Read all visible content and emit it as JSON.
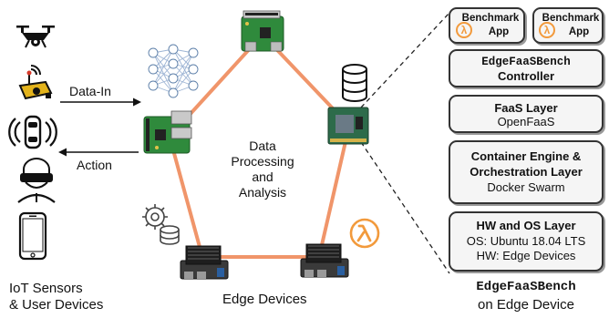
{
  "left_column": {
    "caption_line1": "IoT Sensors",
    "caption_line2": "& User Devices",
    "icons": [
      "drone-icon",
      "gps-tracker-icon",
      "connected-car-icon",
      "vr-headset-user-icon",
      "smartphone-icon"
    ]
  },
  "arrows": {
    "data_in": "Data-In",
    "action": "Action"
  },
  "center": {
    "pentagon_line1": "Data",
    "pentagon_line2": "Processing",
    "pentagon_line3": "and",
    "pentagon_line4": "Analysis",
    "caption": "Edge Devices",
    "icons": [
      "neural-network-icon",
      "database-icon",
      "gear-database-icon",
      "lambda-icon"
    ],
    "nodes": [
      "raspberry-pi-top",
      "raspberry-pi-left",
      "jetson-module-right",
      "jetson-board-bottom-left",
      "jetson-board-bottom-right"
    ],
    "edge_color": "#f0956a",
    "lambda_color": "#f29a3c"
  },
  "stack": {
    "apps": [
      {
        "line1": "Benchmark",
        "line2": "App"
      },
      {
        "line1": "Benchmark",
        "line2": "App"
      }
    ],
    "controller": {
      "line1": "EdgeFaaSBench",
      "line2": "Controller"
    },
    "faas": {
      "line1": "FaaS Layer",
      "line2": "OpenFaaS"
    },
    "container": {
      "line1": "Container Engine &",
      "line2": "Orchestration Layer",
      "line3": "Docker Swarm"
    },
    "hw": {
      "line1": "HW and OS Layer",
      "line2": "OS: Ubuntu 18.04 LTS",
      "line3": "HW: Edge Devices"
    },
    "caption_line1": "EdgeFaaSBench",
    "caption_line2": "on Edge Device"
  }
}
